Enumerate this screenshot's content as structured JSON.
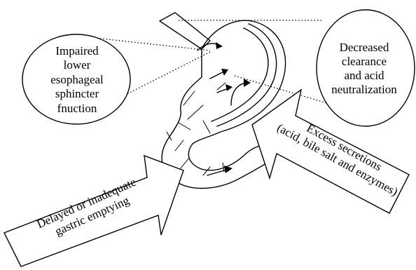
{
  "labels": {
    "sphincter": [
      "Impaired",
      "lower",
      "esophageal",
      "sphincter",
      "fnuction"
    ],
    "clearance": [
      "Decreased",
      "clearance",
      "and acid",
      "neutralization"
    ],
    "secretions": [
      "Excess secretions",
      "(acid, bile salt and enzymes)"
    ],
    "emptying": [
      "Delayed or inadequate",
      "gastric emptying"
    ]
  }
}
